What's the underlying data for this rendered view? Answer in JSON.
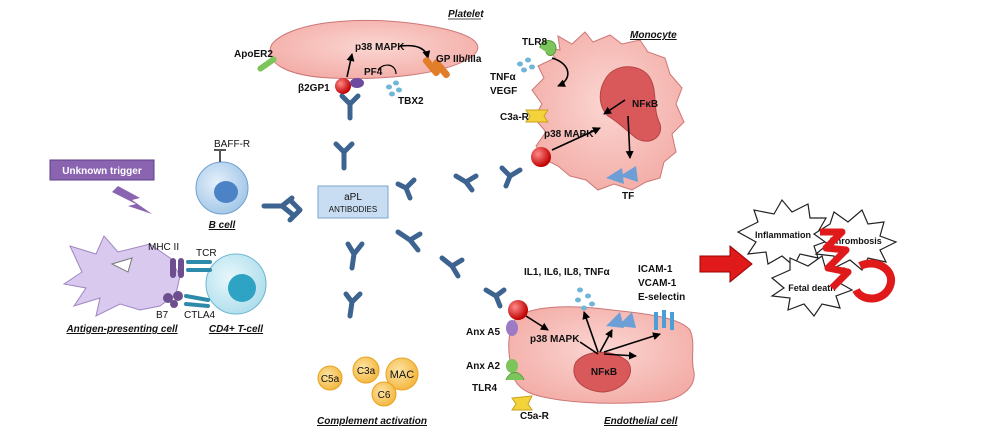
{
  "center": {
    "line1": "aPL",
    "line2": "ANTIBODIES"
  },
  "trigger": "Unknown trigger",
  "platelet": {
    "title": "Platelet",
    "apoer2": "ApoER2",
    "b2gp1": "β2GP1",
    "p38": "p38 MAPK",
    "pf4": "PF4",
    "gp": "GP IIb/IIIa",
    "tbx2": "TBX2"
  },
  "monocyte": {
    "title": "Monocyte",
    "tlr8": "TLR8",
    "tnfa": "TNFα",
    "vegf": "VEGF",
    "c3ar": "C3a-R",
    "p38": "p38 MAPK",
    "nfkb": "NFκB",
    "tf": "TF"
  },
  "bcell": {
    "receptor": "BAFF-R",
    "title": "B cell"
  },
  "apc": {
    "mhc": "MHC II",
    "tcr": "TCR",
    "b7": "B7",
    "ctla4": "CTLA4",
    "title": "Antigen-presenting cell",
    "tcell": "CD4+ T-cell"
  },
  "complement": {
    "c5a": "C5a",
    "c3a": "C3a",
    "mac": "MAC",
    "c6": "C6",
    "title": "Complement activation"
  },
  "endothelial": {
    "cytokines": "IL1, IL6, IL8, TNFα",
    "icam": "ICAM-1",
    "vcam": "VCAM-1",
    "esel": "E-selectin",
    "anx5": "Anx A5",
    "anx2": "Anx A2",
    "tlr4": "TLR4",
    "c5ar": "C5a-R",
    "p38": "p38 MAPK",
    "nfkb": "NFκB",
    "title": "Endothelial cell"
  },
  "outcomes": {
    "inflammation": "Inflammation",
    "thrombosis": "Thrombosis",
    "fetal": "Fetal death"
  },
  "colors": {
    "cell": "#f6b8b3",
    "nucleus": "#d9595b",
    "antibody": "#3d6390",
    "trigger": "#8a64b0",
    "complement": "#f4b73a",
    "arrow": "#e01a1a",
    "bcell": "#b7d4ee",
    "tcell": "#7fd0e6"
  }
}
